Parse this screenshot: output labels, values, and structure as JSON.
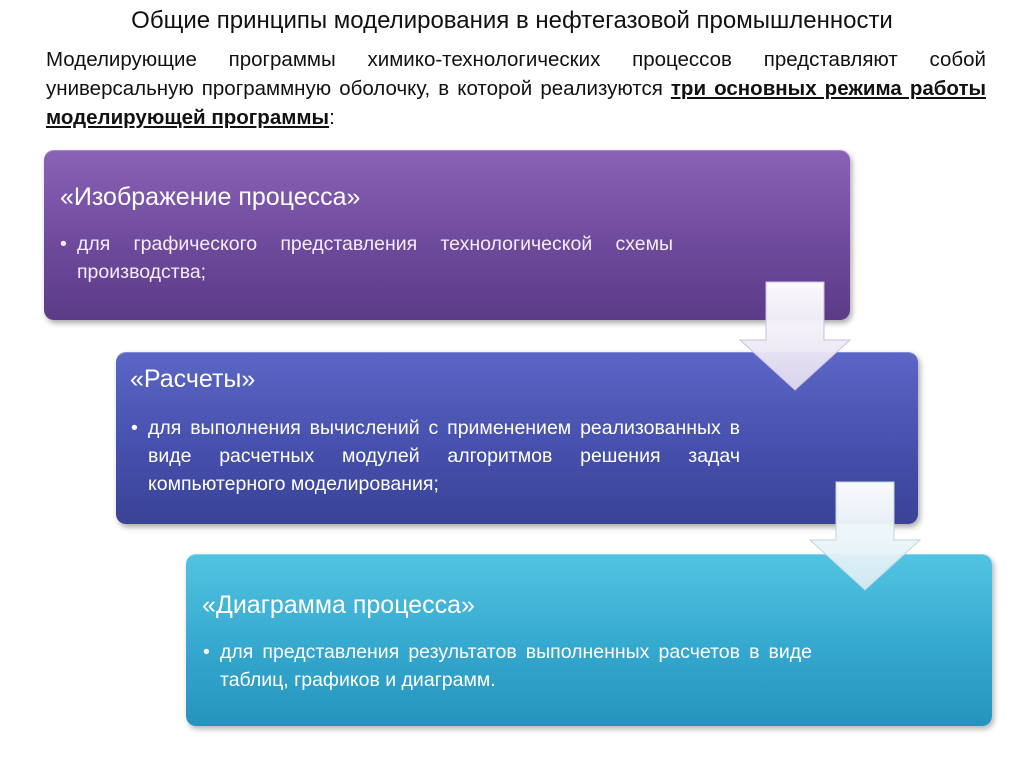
{
  "slide": {
    "title": "Общие принципы моделирования в нефтегазовой промышленности",
    "intro_text": "Моделирующие программы химико-технологических процессов представляют собой универсальную программную оболочку, в которой реализуются ",
    "intro_emphasis": "три основных режима работы моделирующей программы",
    "intro_end": ":"
  },
  "modes": [
    {
      "title": "«Изображение процесса»",
      "bullet": "для   графического  представления  технологической схемы производства;",
      "color": "#7a55a8"
    },
    {
      "title": "«Расчеты»",
      "bullet": "для выполнения вычислений с применением реализованных в виде расчетных модулей алгоритмов решения задач компьютерного моделирования;",
      "color": "#4a54b0"
    },
    {
      "title": "«Диаграмма процесса»",
      "bullet": "для представления результатов выполненных расчетов в виде таблиц, графиков и диаграмм.",
      "color": "#3aaed3"
    }
  ],
  "bullet_symbol": "•"
}
